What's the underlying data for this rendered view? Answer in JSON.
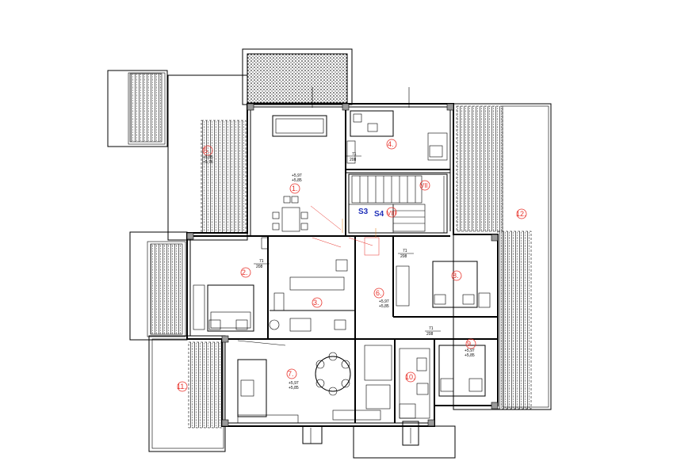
{
  "rooms": [
    {
      "label": "1.",
      "level1": "+5,97",
      "level2": "+5,85"
    },
    {
      "label": "2."
    },
    {
      "label": "3."
    },
    {
      "label": "4."
    },
    {
      "label": "6.",
      "level1": "+5,97",
      "level2": "+5,85"
    },
    {
      "label": "7.",
      "level1": "+5,97",
      "level2": "+5,85"
    },
    {
      "label": "8."
    },
    {
      "label": "9.",
      "level1": "+5,97",
      "level2": "+5,85"
    },
    {
      "label": "10."
    },
    {
      "label": "11."
    },
    {
      "label": "12."
    },
    {
      "label": "5."
    }
  ],
  "stair_labels": {
    "s3": "S3",
    "s4": "S4",
    "vii": "VII",
    "viii": "VIII"
  },
  "door_marks": [
    {
      "top": "71",
      "bottom": "208"
    },
    {
      "top": "71",
      "bottom": "208"
    },
    {
      "top": "71",
      "bottom": "208"
    },
    {
      "top": "71",
      "bottom": "208"
    }
  ],
  "small_levels": {
    "terrace_5_a": "+5,85",
    "terrace_5_b": "+5,76"
  },
  "colors": {
    "room_label": "#e8312a",
    "stair_label": "#1f2fb8",
    "dimension_accent": "#e07b10"
  }
}
